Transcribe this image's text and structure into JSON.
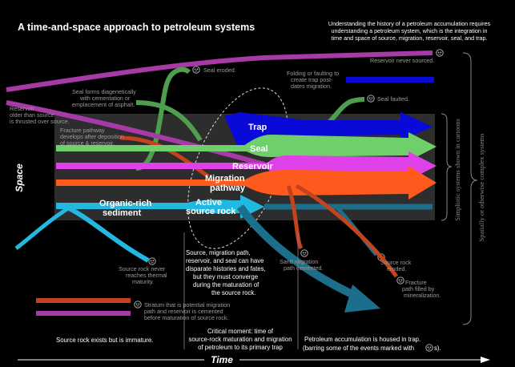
{
  "title": "A time-and-space approach to petroleum systems",
  "intro": {
    "line1": "Understanding the history of a petroleum accumulation requires",
    "line2": "understanding a petroleum system, which is  the integration in",
    "line3": "time and  space of source, migration, reservoir, seal, and trap."
  },
  "axes": {
    "space": "Space",
    "time": "Time"
  },
  "side_labels": {
    "simplistic": "Simplistic systems shown in cartoons",
    "complex": "Spatially or otherwise complex systems"
  },
  "stream_labels": {
    "trap": "Trap",
    "seal": "Seal",
    "reservoir": "Reservoir",
    "migration_line1": "Migration",
    "migration_line2": "pathway",
    "source_line1": "Active",
    "source_line2": "source rock",
    "organic_line1": "Organic-rich",
    "organic_line2": "sediment"
  },
  "annotations": {
    "seal_eroded": "Seal eroded.",
    "reservoir_never_sourced": "Reservoir never sourced.",
    "folding_line1": "Folding or faulting to",
    "folding_line2": "create trap post-",
    "folding_line3": "dates migration.",
    "seal_faulted": "Seal faulted.",
    "seal_forms_line1": "Seal forms diagenetically",
    "seal_forms_line2": "with cementation or",
    "seal_forms_line3": "emplacement of asphalt.",
    "reservoir_older_line1": "Reservoir",
    "reservoir_older_line2": "older than source",
    "reservoir_older_line3": "is thrusted over source.",
    "fracture_line1": "Fracture pathway",
    "fracture_line2": "develops after deposition",
    "fracture_line3": "of source & reservoir.",
    "source_never_line1": "Source rock never",
    "source_never_line2": "reaches thermal",
    "source_never_line3": "maturity.",
    "sand_line1": "Sand migration",
    "sand_line2": "path cemented.",
    "source_eroded_line1": "Source rock",
    "source_eroded_line2": "eroded.",
    "fracture_filled_line1": "Fracture",
    "fracture_filled_line2": "path filled by",
    "fracture_filled_line3": "mineralization.",
    "stratum_line1": "Stratum that is potential migration",
    "stratum_line2": "path and reservoir is cemented",
    "stratum_line3": "before maturation of source rock."
  },
  "converge_note": {
    "line1": "Source, migration path,",
    "line2": "reservoir, and seal can have",
    "line3": "disparate histories and fates,",
    "line4": "but they must converge",
    "line5": "during the maturation of",
    "line6": "the source rock."
  },
  "timeline": {
    "immature": "Source rock exists but is immature.",
    "critical_line1": "Critical moment: time of",
    "critical_line2": "source-rock maturation and migration",
    "critical_line3": "of petroleum to its primary trap",
    "housed_line1": "Petroleum accumulation is housed in trap.",
    "housed_line2": "(barring some of the events marked with",
    "housed_line3": "s)."
  },
  "colors": {
    "background": "#000000",
    "trap": "#0a0ad8",
    "seal": "#6fcf6a",
    "reservoir": "#e040e8",
    "migration": "#ff5a1e",
    "source": "#22b8e0",
    "reservoir_dark": "#a83aa8",
    "migration_dark": "#c4431c",
    "source_dark": "#1b6f8c",
    "seal_dark": "#4f9e4f",
    "band": "#2e2e2e"
  },
  "icons": {
    "skull": "skull-icon"
  }
}
